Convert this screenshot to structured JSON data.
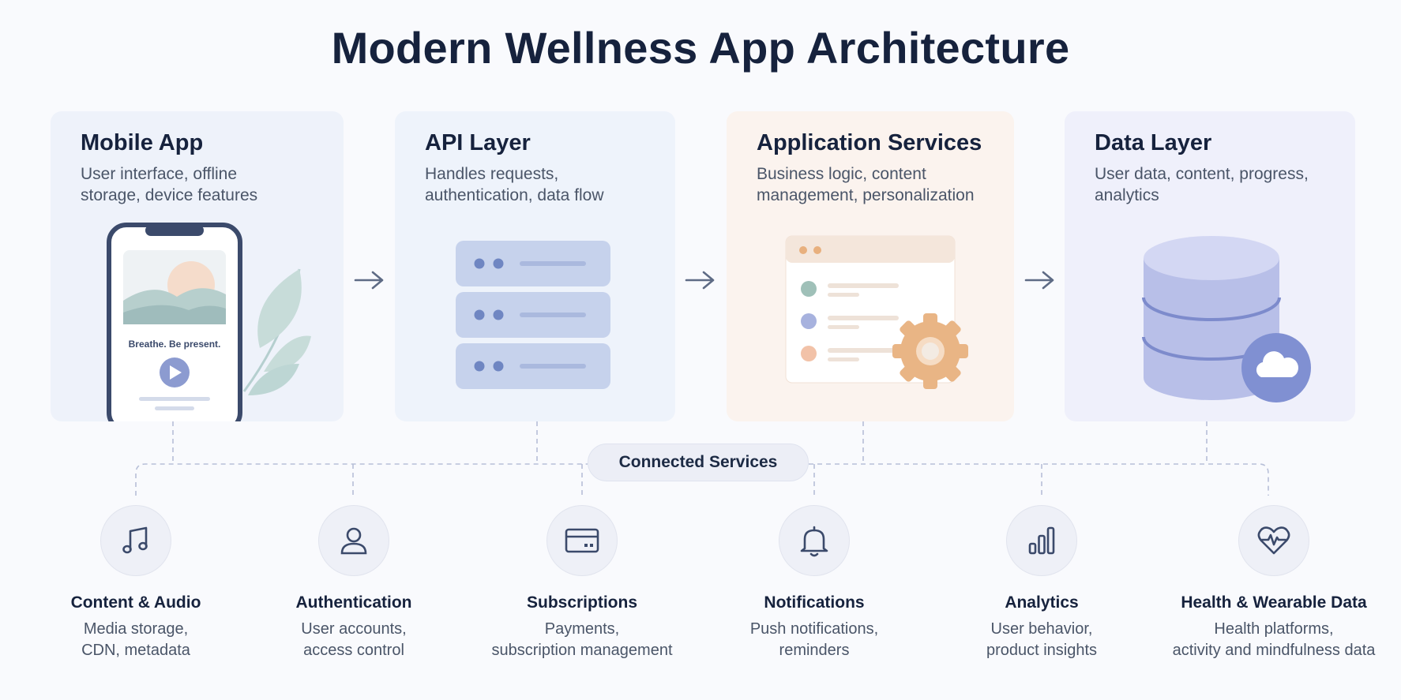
{
  "title": "Modern Wellness App Architecture",
  "layers": [
    {
      "title": "Mobile App",
      "desc": [
        "User interface, offline",
        "storage, device features"
      ],
      "bg": "#eef2fa"
    },
    {
      "title": "API Layer",
      "desc": [
        "Handles requests,",
        "authentication, data flow"
      ],
      "bg": "#eef3fb"
    },
    {
      "title": "Application Services",
      "desc": [
        "Business logic, content",
        "management, personalization"
      ],
      "bg": "#fbf3ee"
    },
    {
      "title": "Data Layer",
      "desc": [
        "User data, content, progress,",
        "analytics"
      ],
      "bg": "#eff0fb"
    }
  ],
  "phone_screen": {
    "caption": "Breathe. Be present."
  },
  "connected_label": "Connected Services",
  "services": [
    {
      "icon": "music-note-icon",
      "title": "Content & Audio",
      "desc": [
        "Media storage,",
        "CDN, metadata"
      ]
    },
    {
      "icon": "user-icon",
      "title": "Authentication",
      "desc": [
        "User accounts,",
        "access control"
      ]
    },
    {
      "icon": "credit-card-icon",
      "title": "Subscriptions",
      "desc": [
        "Payments,",
        "subscription management"
      ]
    },
    {
      "icon": "bell-icon",
      "title": "Notifications",
      "desc": [
        "Push notifications,",
        "reminders"
      ]
    },
    {
      "icon": "bar-chart-icon",
      "title": "Analytics",
      "desc": [
        "User behavior,",
        "product insights"
      ]
    },
    {
      "icon": "heart-pulse-icon",
      "title": "Health & Wearable Data",
      "desc": [
        "Health platforms,",
        "activity and mindfulness data"
      ]
    }
  ],
  "colors": {
    "title": "#16223d",
    "text": "#4a5568",
    "accent_blue": "#8fa4d6",
    "accent_orange": "#e8b07e",
    "connector": "#b7bfd8"
  }
}
